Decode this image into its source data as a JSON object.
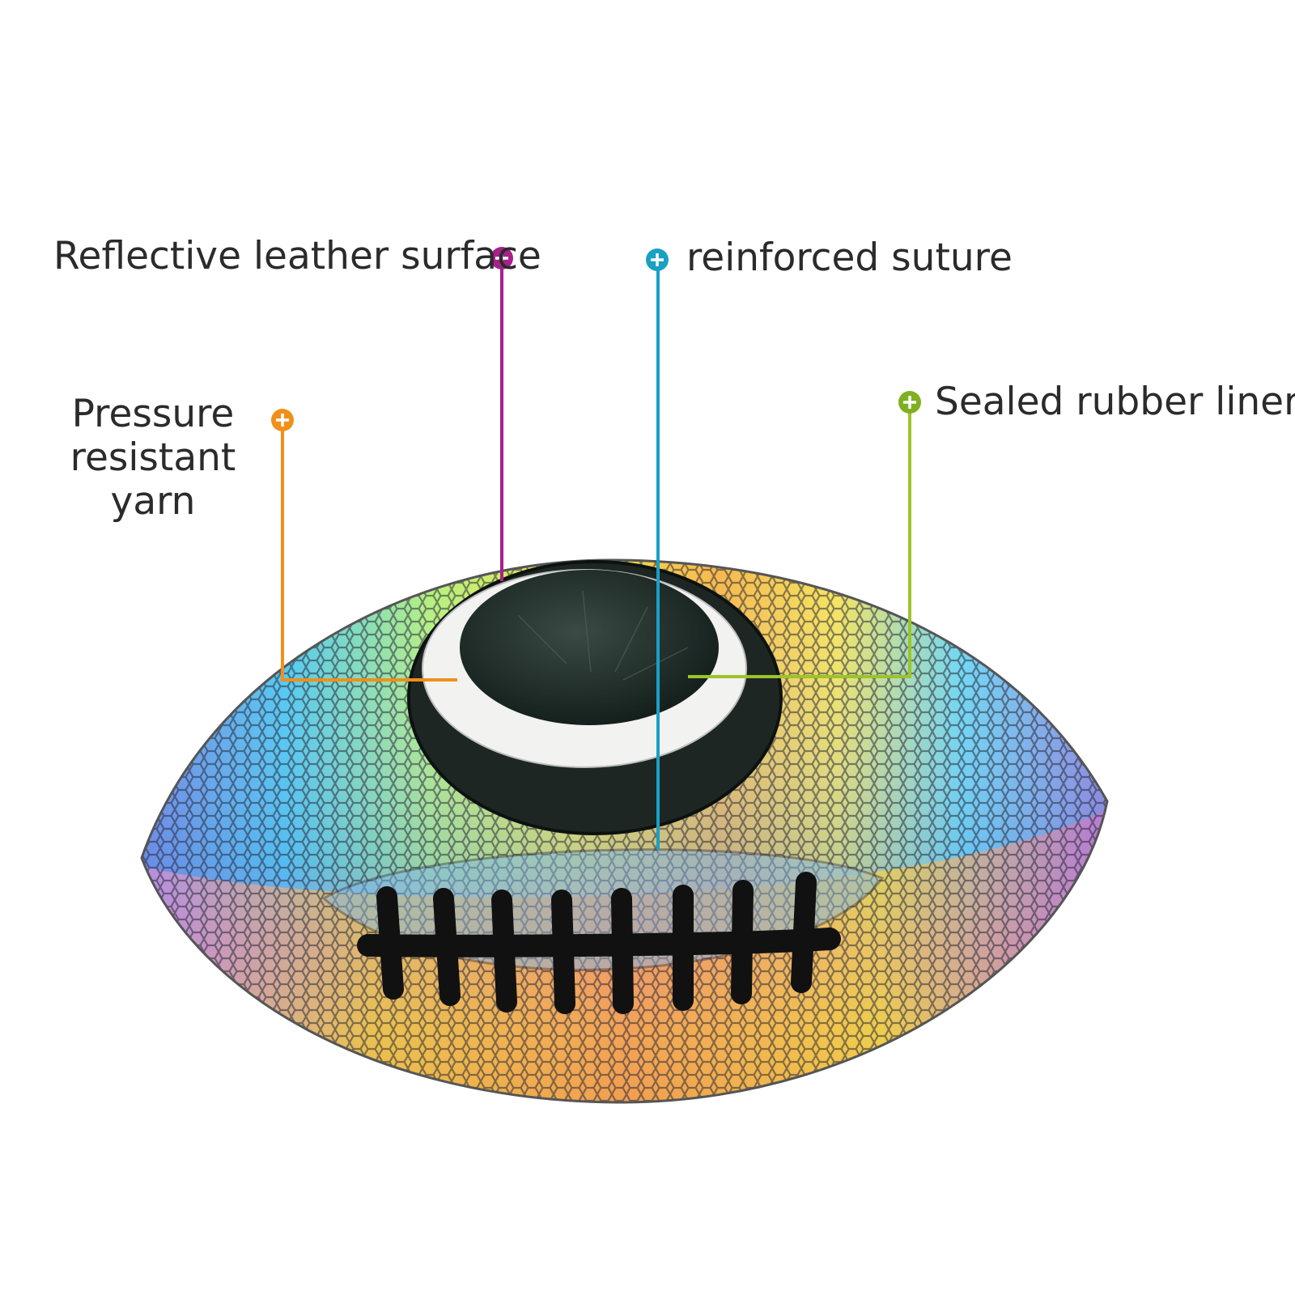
{
  "colors": {
    "surface": "#a8208a",
    "suture": "#1aa0c4",
    "yarn": "#f0901a",
    "liner": "#9cc42a",
    "text": "#2b2b2b"
  },
  "callouts": {
    "surface": {
      "label": "Reflective leather surface",
      "icon": "plus-circle-icon"
    },
    "suture": {
      "label": "reinforced suture",
      "icon": "plus-circle-icon"
    },
    "yarn": {
      "lines": [
        "Pressure",
        "resistant yarn"
      ],
      "icon": "plus-circle-icon"
    },
    "liner": {
      "label": "Sealed rubber liner",
      "icon": "plus-circle-icon"
    }
  },
  "illustration": {
    "subject": "football-cutaway-image"
  }
}
